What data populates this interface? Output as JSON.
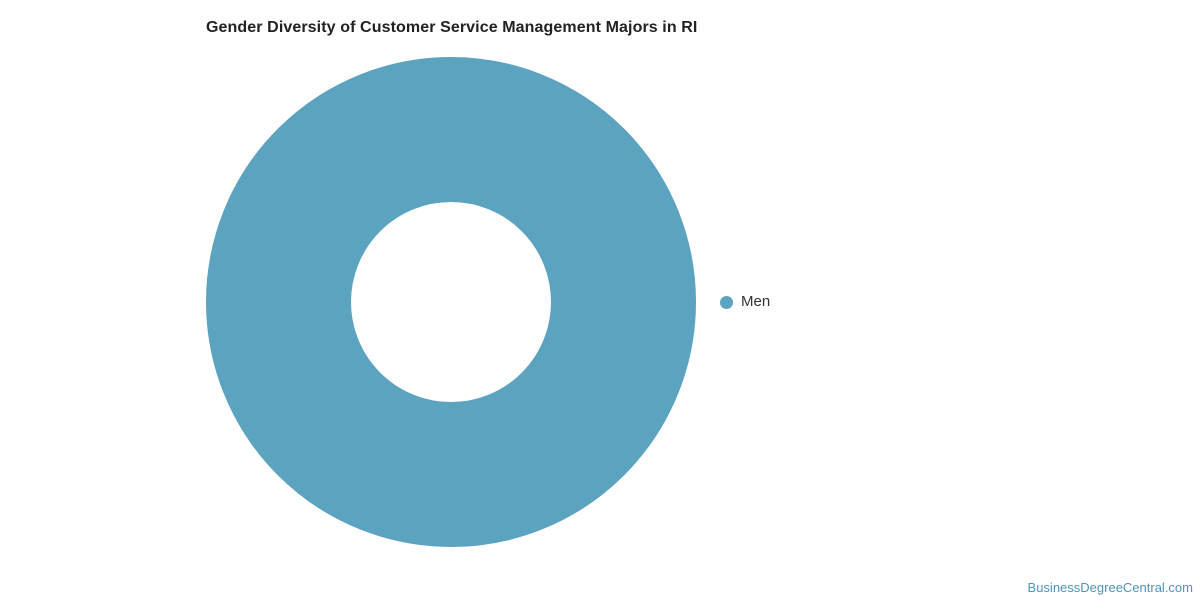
{
  "page": {
    "background": "#ffffff"
  },
  "title": {
    "text": "Gender Diversity of Customer Service Management Majors in RI",
    "color": "#222222"
  },
  "legend": {
    "position": "right",
    "items": [
      {
        "label": "Men",
        "color": "#5CA3C0"
      }
    ]
  },
  "attribution": {
    "text": "BusinessDegreeCentral.com",
    "color": "#4E94BC"
  },
  "chart_data": {
    "type": "pie",
    "subtype": "donut",
    "title": "Gender Diversity of Customer Service Management Majors in RI",
    "series": [
      {
        "name": "Men",
        "value": 100,
        "color": "#5CA3C0"
      }
    ],
    "unit": "percent",
    "legend_position": "right",
    "legend_entries": [
      "Men"
    ],
    "geometry": {
      "outer_radius": 245,
      "inner_radius": 100
    }
  }
}
